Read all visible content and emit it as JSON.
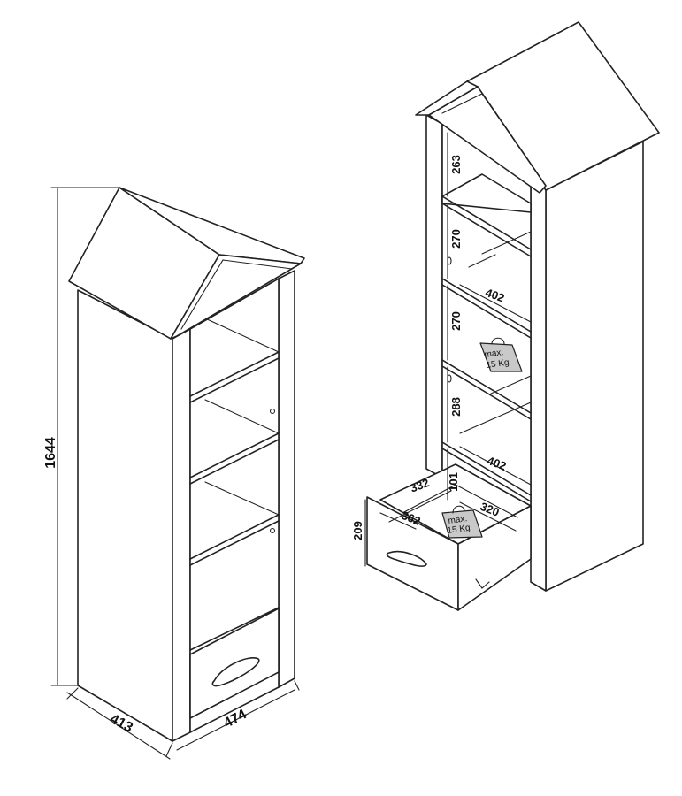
{
  "left_view": {
    "height": "1644",
    "depth": "413",
    "width": "474"
  },
  "right_view": {
    "shelf_gaps": [
      "263",
      "270",
      "270",
      "288"
    ],
    "shelf_width_upper": "402",
    "shelf_width_lower": "402",
    "drawer_gap": "101",
    "drawer_height": "209",
    "drawer_front_width": "362",
    "drawer_inner_depth": "332",
    "drawer_inner_width": "320",
    "weight_label_shelf": [
      "max.",
      "15 Kg"
    ],
    "weight_label_drawer": [
      "max.",
      "15 Kg"
    ]
  },
  "icons": [
    "weight-bag-icon",
    "drawer-handle-icon"
  ]
}
